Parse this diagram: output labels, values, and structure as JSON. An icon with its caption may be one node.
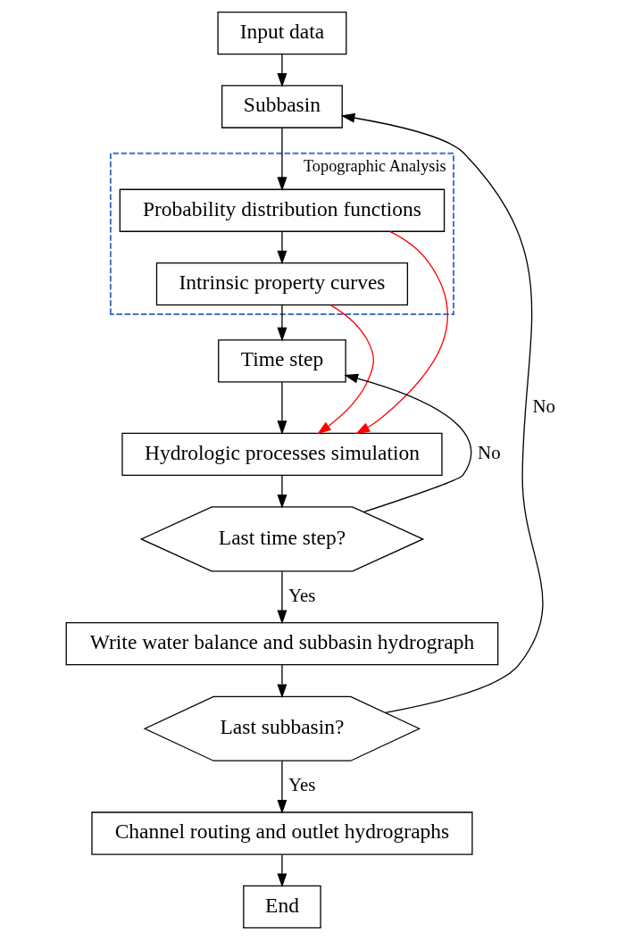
{
  "diagram": {
    "nodes": [
      {
        "text": [
          "Input data"
        ]
      },
      {
        "text": [
          "Subbasin"
        ]
      },
      {
        "text": [
          "Topographic Analysis"
        ]
      },
      {
        "text": [
          "Probability distribution functions"
        ],
        "in": 2
      },
      {
        "text": [
          "Intrinsic property curves"
        ],
        "in": 2
      },
      {
        "text": [
          "Time step"
        ]
      },
      {
        "text": [
          "Hydrologic processes simulation"
        ]
      },
      {
        "text": [
          "Last time step?"
        ]
      },
      {
        "text": [
          "Write water balance and subbasin hydrograph"
        ]
      },
      {
        "text": [
          "Last subbasin?"
        ]
      },
      {
        "text": [
          "Channel routing and outlet hydrographs"
        ]
      },
      {
        "text": [
          "End"
        ]
      }
    ],
    "edges": [
      {
        "from": 0,
        "to": 1,
        "arrow": "to"
      },
      {
        "from": 1,
        "to": 3,
        "arrow": "to"
      },
      {
        "from": 3,
        "to": 4,
        "arrow": "to"
      },
      {
        "from": 4,
        "to": 5,
        "arrow": "to"
      },
      {
        "from": 5,
        "to": 6,
        "arrow": "to"
      },
      {
        "from": 6,
        "to": 7,
        "arrow": "to"
      },
      {
        "from": 7,
        "to": 5,
        "arrow": "to",
        "label": "No"
      },
      {
        "from": 7,
        "to": 8,
        "arrow": "to",
        "label": "Yes"
      },
      {
        "from": 8,
        "to": 9,
        "arrow": "to"
      },
      {
        "from": 9,
        "to": 1,
        "arrow": "to",
        "label": "No"
      },
      {
        "from": 9,
        "to": 10,
        "arrow": "to",
        "label": "Yes"
      },
      {
        "from": 10,
        "to": 11,
        "arrow": "to"
      },
      {
        "from": 3,
        "to": 6,
        "arrow": "to",
        "color": "#ff0000"
      },
      {
        "from": 4,
        "to": 6,
        "arrow": "to",
        "color": "#ff0000"
      }
    ]
  }
}
